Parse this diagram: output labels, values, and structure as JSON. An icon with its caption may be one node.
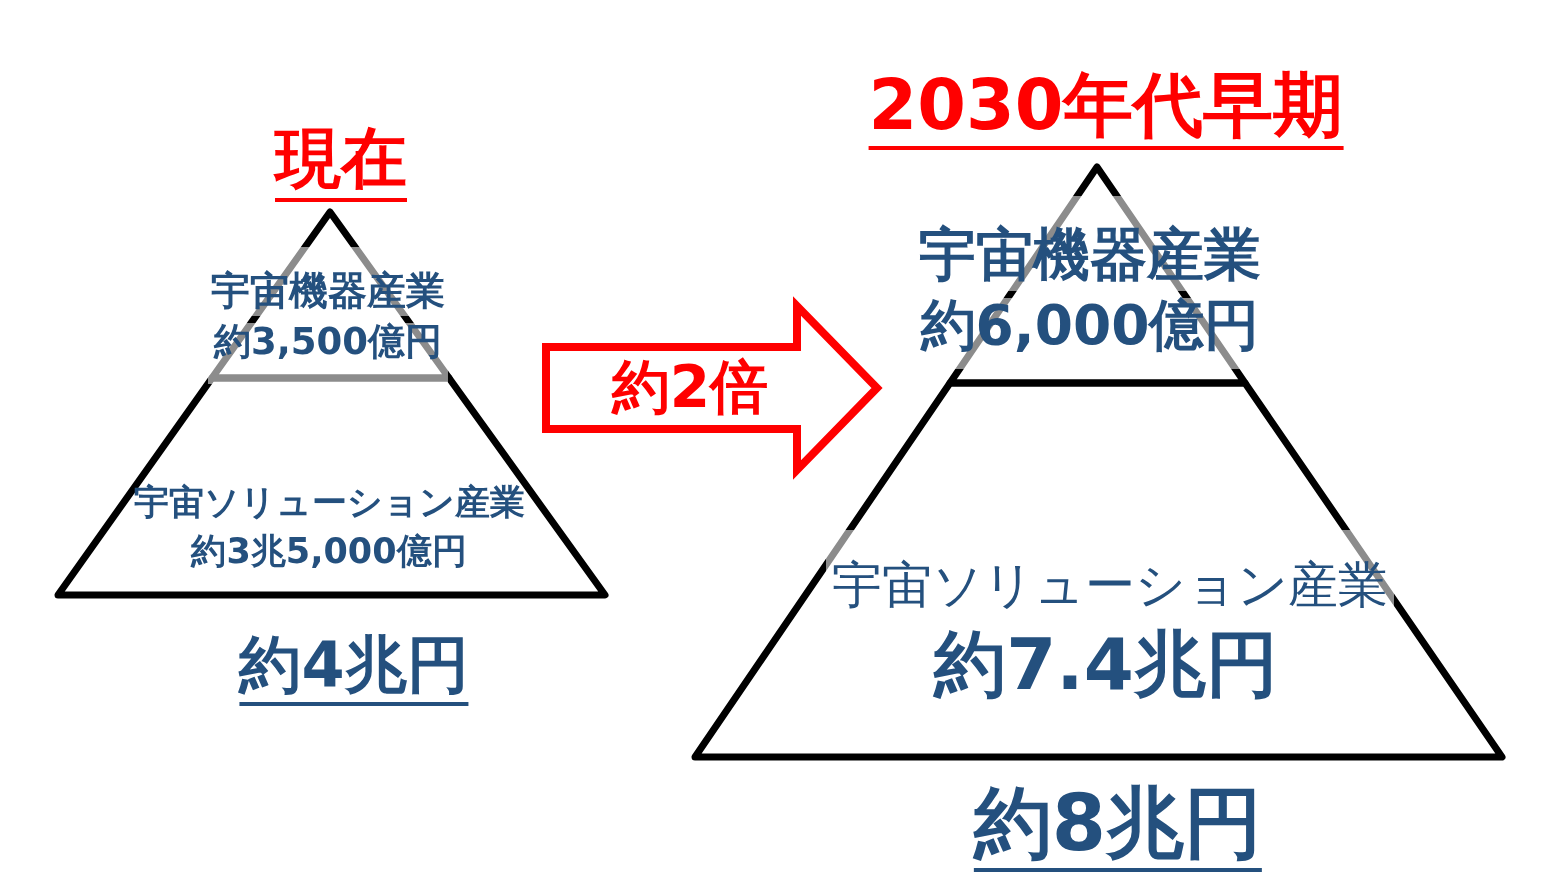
{
  "diagram": {
    "nodes": [
      {
        "text": [
          "現在"
        ],
        "beside": [
          "約4兆円"
        ]
      },
      {
        "text": [
          "宇宙機器産業",
          "約3,500億円"
        ],
        "in": 0
      },
      {
        "text": [
          "宇宙ソリューション産業",
          "約3兆5,000億円"
        ],
        "in": 0
      },
      {
        "text": [
          "2030年代早期"
        ],
        "beside": [
          "約8兆円"
        ]
      },
      {
        "text": [
          "宇宙機器産業",
          "約6,000億円"
        ],
        "in": 3
      },
      {
        "text": [
          "宇宙ソリューション産業",
          "約7.4兆円"
        ],
        "in": 3
      }
    ],
    "edges": [
      {
        "from": 0,
        "to": 3,
        "arrow": "to",
        "label": "約2倍"
      }
    ]
  }
}
